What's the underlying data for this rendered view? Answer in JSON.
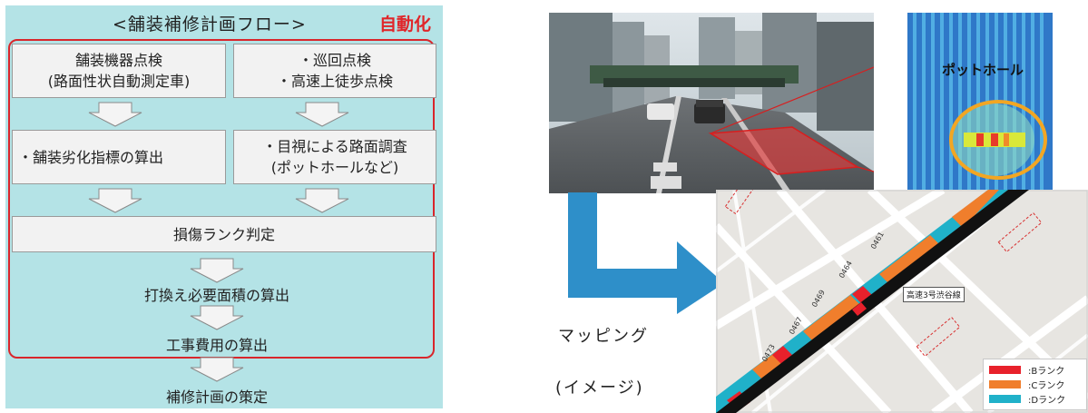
{
  "flow": {
    "title": "<舗装補修計画フロー>",
    "automation_label": "自動化",
    "left_top": [
      "舗装機器点検",
      "(路面性状自動測定車)"
    ],
    "right_top": [
      "・巡回点検",
      "・高速上徒歩点検"
    ],
    "left_mid": "・舗装劣化指標の算出",
    "right_mid": [
      "・目視による路面調査",
      "(ポットホールなど)"
    ],
    "damage_rank": "損傷ランク判定",
    "replace_area": "打換え必要面積の算出",
    "construction_cost": "工事費用の算出",
    "repair_plan": "補修計画の策定"
  },
  "illustration": {
    "pothole_label": "ポットホール",
    "mapping_label": "マッピング",
    "image_label": "(イメージ)",
    "route_label": "高速3号渋谷線",
    "legend": [
      {
        "label": ":Bランク",
        "color": "#e8212b"
      },
      {
        "label": ":Cランク",
        "color": "#f07e2c"
      },
      {
        "label": ":Dランク",
        "color": "#20b1c9"
      }
    ]
  },
  "colors": {
    "flow_bg": "#b4e3e6",
    "auto_red": "#e0262a",
    "arrow_blue": "#2e8fc9"
  }
}
